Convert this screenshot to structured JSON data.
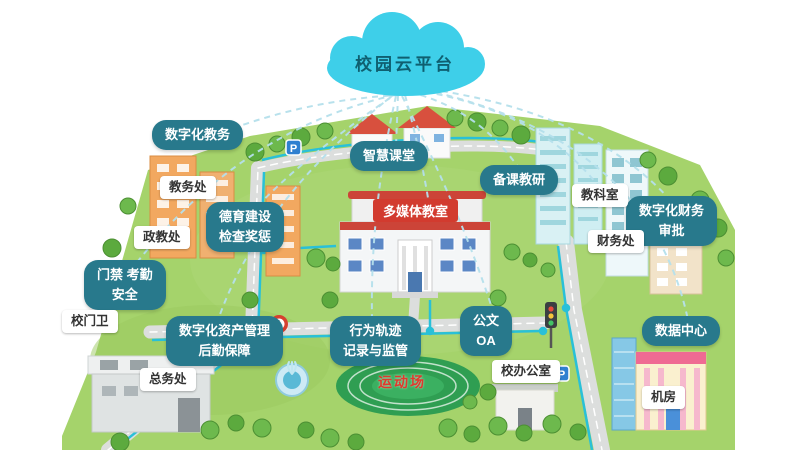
{
  "cloud": {
    "label": "校园云平台"
  },
  "callouts": {
    "digital_academic": {
      "label": "数字化教务"
    },
    "academic_office": {
      "label": "教务处"
    },
    "political_office": {
      "label": "政教处"
    },
    "moral_education": {
      "label": "德育建设\n检查奖惩"
    },
    "access_attendance": {
      "label": "门禁 考勤\n安全"
    },
    "gate_guard": {
      "label": "校门卫"
    },
    "asset_management": {
      "label": "数字化资产管理\n后勤保障"
    },
    "general_affairs": {
      "label": "总务处"
    },
    "smart_classroom": {
      "label": "智慧课堂"
    },
    "multimedia_classroom": {
      "label": "多媒体教室"
    },
    "behavior_tracking": {
      "label": "行为轨迹\n记录与监管"
    },
    "sports_field": {
      "label": "运动场"
    },
    "lesson_prep": {
      "label": "备课教研"
    },
    "teaching_research_office": {
      "label": "教科室"
    },
    "digital_finance": {
      "label": "数字化财务\n审批"
    },
    "finance_office": {
      "label": "财务处"
    },
    "official_docs": {
      "label": "公文\nOA"
    },
    "school_office": {
      "label": "校办公室"
    },
    "data_center": {
      "label": "数据中心"
    },
    "server_room": {
      "label": "机房"
    }
  },
  "icons": {
    "parking": "P"
  },
  "colors": {
    "teal_callout": "#28798c",
    "cloud": "#3ecfe9",
    "grass": "#a5d36b",
    "accent_cyan": "#29c0d8",
    "banner_red": "#d23b2f"
  }
}
